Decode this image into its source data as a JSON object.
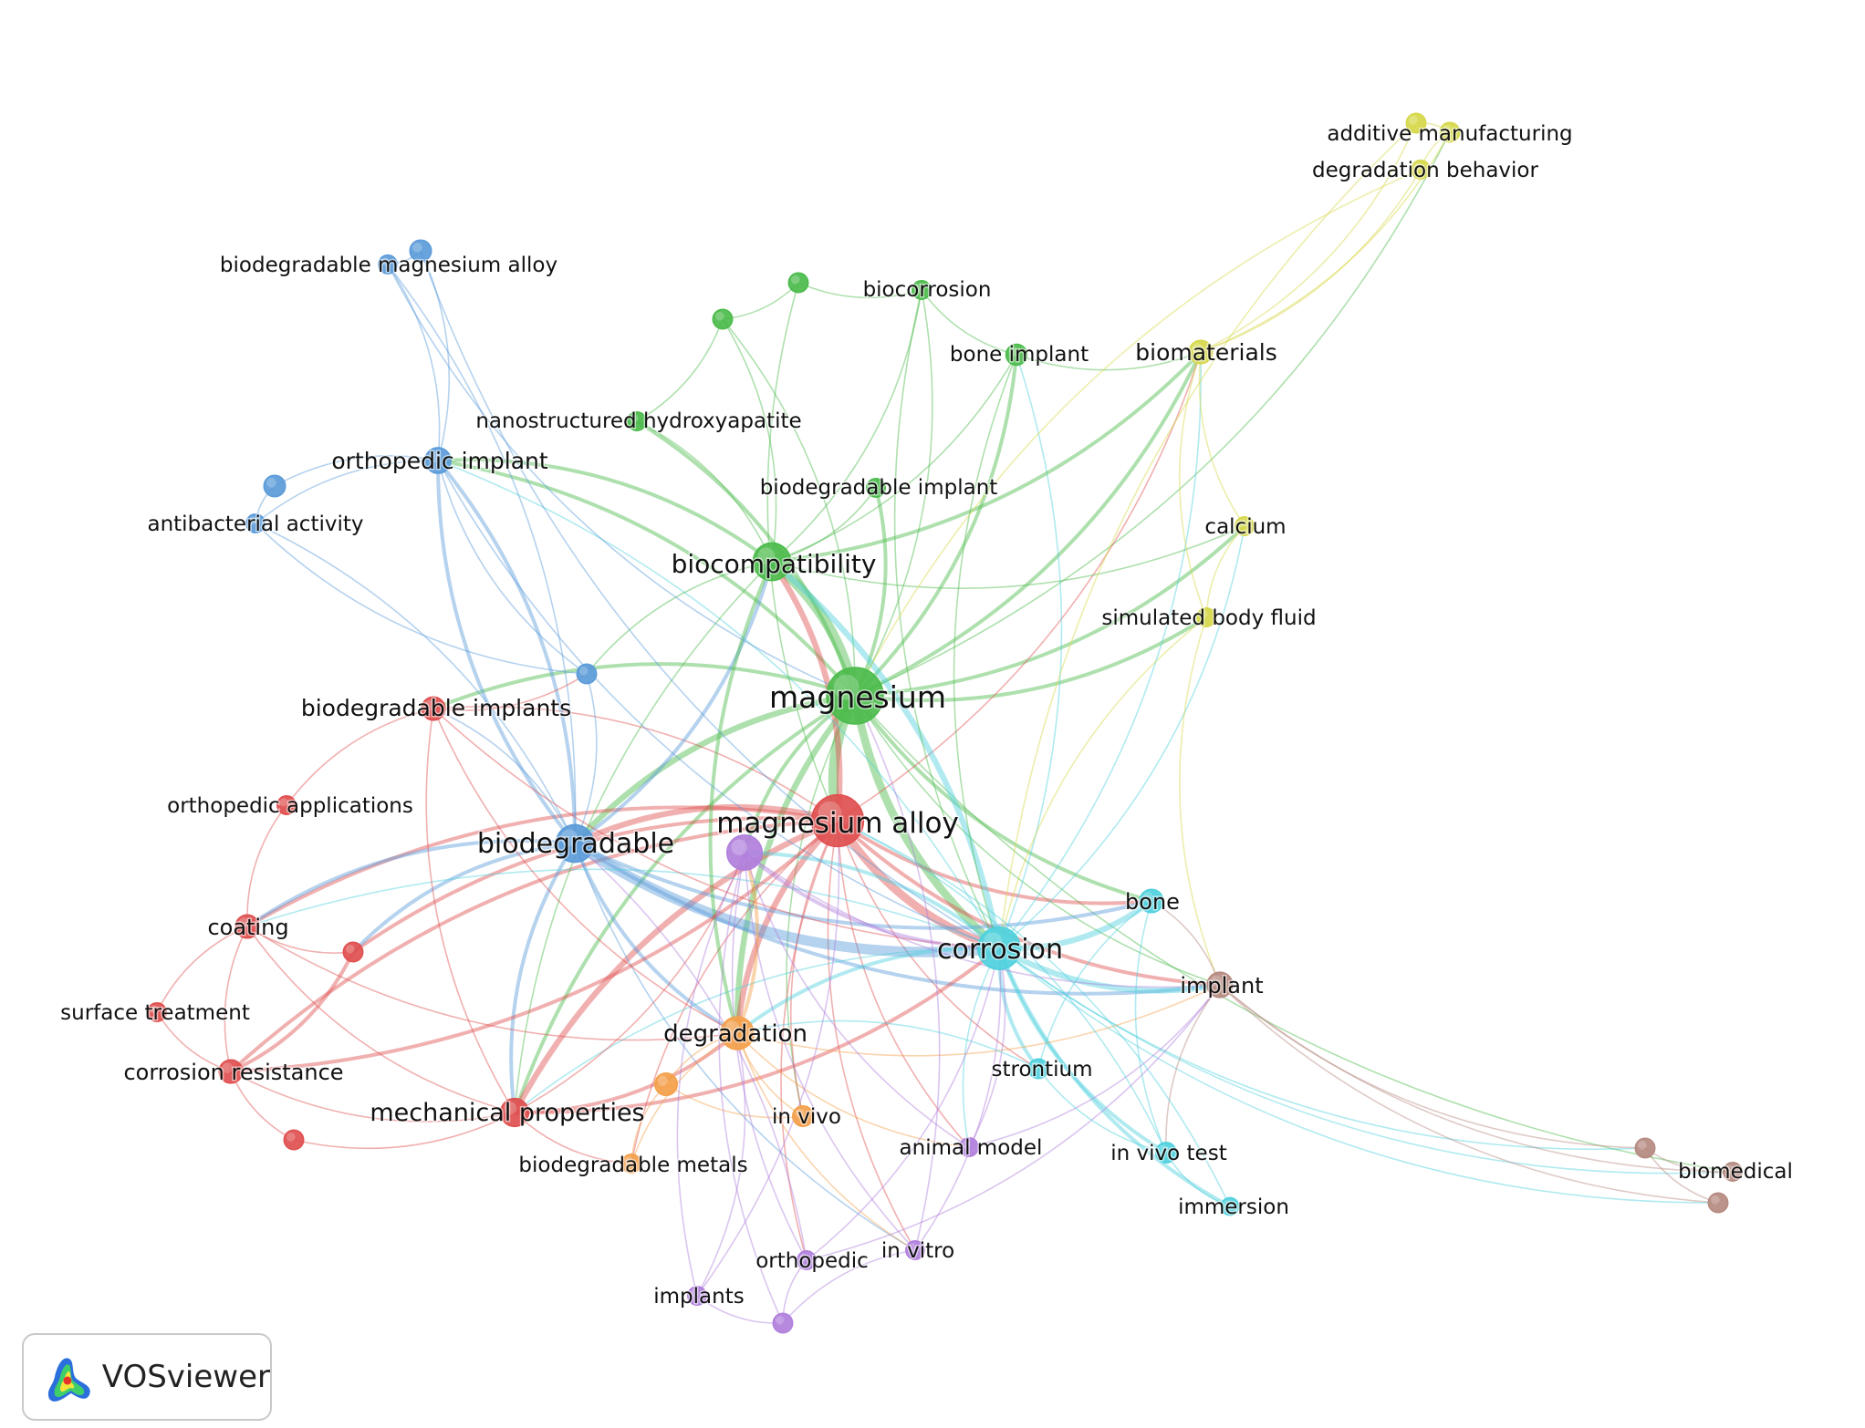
{
  "brand": {
    "name": "VOSviewer",
    "logo_icon": "vosviewer-heatmap-logo-icon"
  },
  "clusters": {
    "red": "#e04f4f",
    "green": "#4cbb4c",
    "blue": "#5b9bd9",
    "yellow": "#d6d84a",
    "purple": "#b07fdc",
    "cyan": "#4fd1dd",
    "orange": "#f4a04a",
    "brown": "#b58a80"
  },
  "nodes": [
    {
      "id": "magnesium",
      "label": "magnesium",
      "cluster": "green",
      "weight": 10
    },
    {
      "id": "biocompatibility",
      "label": "biocompatibility",
      "cluster": "green",
      "weight": 6
    },
    {
      "id": "biocorrosion",
      "label": "biocorrosion",
      "cluster": "green",
      "weight": 2
    },
    {
      "id": "bone_implant",
      "label": "bone implant",
      "cluster": "green",
      "weight": 2.5
    },
    {
      "id": "nanostructured_hydroxyapatite",
      "label": "nanostructured hydroxyapatite",
      "cluster": "green",
      "weight": 2
    },
    {
      "id": "biodegradable_implant",
      "label": "biodegradable implant",
      "cluster": "green",
      "weight": 2
    },
    {
      "id": "g_unl1",
      "label": "",
      "cluster": "green",
      "weight": 2.2
    },
    {
      "id": "g_unl2",
      "label": "",
      "cluster": "green",
      "weight": 2.2
    },
    {
      "id": "magnesium_alloy",
      "label": "magnesium alloy",
      "cluster": "red",
      "weight": 9
    },
    {
      "id": "biodegradable_implants",
      "label": "biodegradable implants",
      "cluster": "red",
      "weight": 3
    },
    {
      "id": "orthopedic_applications",
      "label": "orthopedic applications",
      "cluster": "red",
      "weight": 2
    },
    {
      "id": "coating",
      "label": "coating",
      "cluster": "red",
      "weight": 3
    },
    {
      "id": "surface_treatment",
      "label": "surface treatment",
      "cluster": "red",
      "weight": 2
    },
    {
      "id": "corrosion_resistance",
      "label": "corrosion resistance",
      "cluster": "red",
      "weight": 3
    },
    {
      "id": "mechanical_properties",
      "label": "mechanical properties",
      "cluster": "red",
      "weight": 4
    },
    {
      "id": "r_unl1",
      "label": "",
      "cluster": "red",
      "weight": 2.2
    },
    {
      "id": "r_unl2",
      "label": "",
      "cluster": "red",
      "weight": 2.2
    },
    {
      "id": "biodegradable",
      "label": "biodegradable",
      "cluster": "blue",
      "weight": 6
    },
    {
      "id": "orthopedic_implant",
      "label": "orthopedic implant",
      "cluster": "blue",
      "weight": 3.5
    },
    {
      "id": "antibacterial_activity",
      "label": "antibacterial activity",
      "cluster": "blue",
      "weight": 2
    },
    {
      "id": "biodegradable_magnesium_alloy",
      "label": "biodegradable magnesium alloy",
      "cluster": "blue",
      "weight": 2
    },
    {
      "id": "b_unl1",
      "label": "",
      "cluster": "blue",
      "weight": 2.2
    },
    {
      "id": "b_unl2",
      "label": "",
      "cluster": "blue",
      "weight": 2.6
    },
    {
      "id": "b_unl3",
      "label": "",
      "cluster": "blue",
      "weight": 2.6
    },
    {
      "id": "biomaterials",
      "label": "biomaterials",
      "cluster": "yellow",
      "weight": 3
    },
    {
      "id": "additive_manufacturing",
      "label": "additive manufacturing",
      "cluster": "yellow",
      "weight": 2.2
    },
    {
      "id": "degradation_behavior",
      "label": "degradation behavior",
      "cluster": "yellow",
      "weight": 2
    },
    {
      "id": "calcium",
      "label": "calcium",
      "cluster": "yellow",
      "weight": 2
    },
    {
      "id": "simulated_body_fluid",
      "label": "simulated body fluid",
      "cluster": "yellow",
      "weight": 2
    },
    {
      "id": "y_unl1",
      "label": "",
      "cluster": "yellow",
      "weight": 2.2
    },
    {
      "id": "corrosion",
      "label": "corrosion",
      "cluster": "cyan",
      "weight": 7
    },
    {
      "id": "bone",
      "label": "bone",
      "cluster": "cyan",
      "weight": 3
    },
    {
      "id": "strontium",
      "label": "strontium",
      "cluster": "cyan",
      "weight": 2.2
    },
    {
      "id": "in_vivo_test",
      "label": "in vivo test",
      "cluster": "cyan",
      "weight": 2.4
    },
    {
      "id": "immersion",
      "label": "immersion",
      "cluster": "cyan",
      "weight": 1.8
    },
    {
      "id": "degradation",
      "label": "degradation",
      "cluster": "orange",
      "weight": 5
    },
    {
      "id": "in_vivo",
      "label": "in vivo",
      "cluster": "orange",
      "weight": 2.4
    },
    {
      "id": "biodegradable_metals",
      "label": "biodegradable metals",
      "cluster": "orange",
      "weight": 2
    },
    {
      "id": "o_unl1",
      "label": "",
      "cluster": "orange",
      "weight": 2.8
    },
    {
      "id": "p_unl_main",
      "label": "",
      "cluster": "purple",
      "weight": 5.5
    },
    {
      "id": "animal_model",
      "label": "animal model",
      "cluster": "purple",
      "weight": 2
    },
    {
      "id": "in_vitro",
      "label": "in vitro",
      "cluster": "purple",
      "weight": 2
    },
    {
      "id": "orthopedic",
      "label": "orthopedic",
      "cluster": "purple",
      "weight": 2
    },
    {
      "id": "implants",
      "label": "implants",
      "cluster": "purple",
      "weight": 2
    },
    {
      "id": "p_unl2",
      "label": "",
      "cluster": "purple",
      "weight": 2.2
    },
    {
      "id": "implant",
      "label": "implant",
      "cluster": "brown",
      "weight": 3.4
    },
    {
      "id": "biomedical",
      "label": "biomedical",
      "cluster": "brown",
      "weight": 2
    },
    {
      "id": "br_unl1",
      "label": "",
      "cluster": "brown",
      "weight": 2.2
    },
    {
      "id": "br_unl2",
      "label": "",
      "cluster": "brown",
      "weight": 2.2
    }
  ],
  "links": [
    [
      "magnesium",
      "magnesium_alloy",
      5
    ],
    [
      "magnesium",
      "biocompatibility",
      5
    ],
    [
      "magnesium",
      "corrosion",
      4
    ],
    [
      "magnesium",
      "biodegradable",
      3
    ],
    [
      "magnesium",
      "degradation",
      3
    ],
    [
      "magnesium",
      "biomaterials",
      2
    ],
    [
      "magnesium",
      "calcium",
      2
    ],
    [
      "magnesium",
      "simulated_body_fluid",
      2
    ],
    [
      "magnesium",
      "bone_implant",
      2
    ],
    [
      "magnesium",
      "biocorrosion",
      1
    ],
    [
      "magnesium",
      "nanostructured_hydroxyapatite",
      2
    ],
    [
      "magnesium",
      "biodegradable_implant",
      2
    ],
    [
      "magnesium",
      "orthopedic_implant",
      2
    ],
    [
      "magnesium",
      "biodegradable_implants",
      2
    ],
    [
      "magnesium",
      "implant",
      1
    ],
    [
      "magnesium",
      "biomedical",
      1
    ],
    [
      "magnesium",
      "mechanical_properties",
      2
    ],
    [
      "magnesium",
      "p_unl_main",
      2
    ],
    [
      "magnesium",
      "bone",
      2
    ],
    [
      "magnesium",
      "additive_manufacturing",
      1
    ],
    [
      "magnesium",
      "g_unl1",
      1
    ],
    [
      "magnesium",
      "in_vivo",
      1
    ],
    [
      "magnesium_alloy",
      "corrosion",
      4
    ],
    [
      "magnesium_alloy",
      "biodegradable",
      3
    ],
    [
      "magnesium_alloy",
      "biocompatibility",
      3
    ],
    [
      "magnesium_alloy",
      "degradation",
      3
    ],
    [
      "magnesium_alloy",
      "mechanical_properties",
      3
    ],
    [
      "magnesium_alloy",
      "coating",
      2
    ],
    [
      "magnesium_alloy",
      "corrosion_resistance",
      2
    ],
    [
      "magnesium_alloy",
      "implant",
      2
    ],
    [
      "magnesium_alloy",
      "bone",
      2
    ],
    [
      "magnesium_alloy",
      "in_vivo",
      1
    ],
    [
      "magnesium_alloy",
      "animal_model",
      1
    ],
    [
      "magnesium_alloy",
      "in_vitro",
      1
    ],
    [
      "magnesium_alloy",
      "biomaterials",
      1
    ],
    [
      "magnesium_alloy",
      "r_unl1",
      2
    ],
    [
      "magnesium_alloy",
      "strontium",
      1
    ],
    [
      "magnesium_alloy",
      "biodegradable_implants",
      1
    ],
    [
      "magnesium_alloy",
      "biodegradable_metals",
      1
    ],
    [
      "magnesium_alloy",
      "orthopedic",
      1
    ],
    [
      "biodegradable",
      "corrosion",
      5
    ],
    [
      "biodegradable",
      "orthopedic_implant",
      2
    ],
    [
      "biodegradable",
      "biodegradable_magnesium_alloy",
      1
    ],
    [
      "biodegradable",
      "antibacterial_activity",
      1
    ],
    [
      "biodegradable",
      "coating",
      2
    ],
    [
      "biodegradable",
      "r_unl1",
      2
    ],
    [
      "biodegradable",
      "degradation",
      2
    ],
    [
      "biodegradable",
      "mechanical_properties",
      2
    ],
    [
      "biodegradable",
      "implant",
      2
    ],
    [
      "biodegradable",
      "biocompatibility",
      2
    ],
    [
      "biodegradable",
      "b_unl1",
      1
    ],
    [
      "biodegradable",
      "bone",
      2
    ],
    [
      "biodegradable",
      "in_vitro",
      1
    ],
    [
      "biodegradable",
      "biodegradable_implants",
      1
    ],
    [
      "corrosion",
      "bone",
      3
    ],
    [
      "corrosion",
      "implant",
      3
    ],
    [
      "corrosion",
      "strontium",
      2
    ],
    [
      "corrosion",
      "in_vivo_test",
      2
    ],
    [
      "corrosion",
      "immersion",
      2
    ],
    [
      "corrosion",
      "biocompatibility",
      3
    ],
    [
      "corrosion",
      "degradation",
      2
    ],
    [
      "corrosion",
      "p_unl_main",
      2
    ],
    [
      "corrosion",
      "biomedical",
      1
    ],
    [
      "corrosion",
      "br_unl1",
      1
    ],
    [
      "corrosion",
      "br_unl2",
      1
    ],
    [
      "corrosion",
      "calcium",
      1
    ],
    [
      "corrosion",
      "biomaterials",
      1
    ],
    [
      "corrosion",
      "animal_model",
      1
    ],
    [
      "corrosion",
      "coating",
      1
    ],
    [
      "corrosion",
      "bone_implant",
      1
    ],
    [
      "corrosion",
      "mechanical_properties",
      1
    ],
    [
      "corrosion",
      "orthopedic_implant",
      1
    ],
    [
      "biocompatibility",
      "biomaterials",
      2
    ],
    [
      "biocompatibility",
      "bone_implant",
      1
    ],
    [
      "biocompatibility",
      "nanostructured_hydroxyapatite",
      1
    ],
    [
      "biocompatibility",
      "g_unl1",
      1
    ],
    [
      "biocompatibility",
      "biodegradable_implant",
      1
    ],
    [
      "biocompatibility",
      "orthopedic_implant",
      2
    ],
    [
      "biocompatibility",
      "biocorrosion",
      1
    ],
    [
      "biocompatibility",
      "degradation",
      2
    ],
    [
      "biocompatibility",
      "calcium",
      1
    ],
    [
      "biocompatibility",
      "b_unl1",
      1
    ],
    [
      "biocompatibility",
      "mechanical_properties",
      1
    ],
    [
      "nanostructured_hydroxyapatite",
      "g_unl1",
      1
    ],
    [
      "g_unl1",
      "g_unl2",
      1
    ],
    [
      "g_unl2",
      "biocorrosion",
      1
    ],
    [
      "biocorrosion",
      "bone_implant",
      1
    ],
    [
      "bone_implant",
      "biomaterials",
      1
    ],
    [
      "g_unl2",
      "magnesium_alloy",
      1
    ],
    [
      "bone_implant",
      "corrosion",
      1
    ],
    [
      "biocorrosion",
      "corrosion",
      1
    ],
    [
      "biomaterials",
      "additive_manufacturing",
      1
    ],
    [
      "biomaterials",
      "degradation_behavior",
      1
    ],
    [
      "biomaterials",
      "y_unl1",
      1
    ],
    [
      "biomaterials",
      "calcium",
      1
    ],
    [
      "biomaterials",
      "simulated_body_fluid",
      1
    ],
    [
      "additive_manufacturing",
      "degradation_behavior",
      1
    ],
    [
      "additive_manufacturing",
      "y_unl1",
      1
    ],
    [
      "degradation_behavior",
      "magnesium",
      1
    ],
    [
      "y_unl1",
      "corrosion",
      1
    ],
    [
      "simulated_body_fluid",
      "corrosion",
      1
    ],
    [
      "simulated_body_fluid",
      "implant",
      1
    ],
    [
      "calcium",
      "simulated_body_fluid",
      1
    ],
    [
      "orthopedic_implant",
      "biodegradable_magnesium_alloy",
      1
    ],
    [
      "orthopedic_implant",
      "b_unl2",
      1
    ],
    [
      "orthopedic_implant",
      "b_unl3",
      1
    ],
    [
      "orthopedic_implant",
      "antibacterial_activity",
      1
    ],
    [
      "orthopedic_implant",
      "b_unl1",
      1
    ],
    [
      "orthopedic_implant",
      "biodegradable",
      2
    ],
    [
      "biodegradable_magnesium_alloy",
      "b_unl2",
      1
    ],
    [
      "b_unl2",
      "corrosion",
      1
    ],
    [
      "antibacterial_activity",
      "b_unl1",
      1
    ],
    [
      "b_unl3",
      "antibacterial_activity",
      1
    ],
    [
      "biodegradable_magnesium_alloy",
      "magnesium",
      1
    ],
    [
      "orthopedic_implant",
      "corrosion",
      1
    ],
    [
      "biodegradable_implants",
      "orthopedic_applications",
      1
    ],
    [
      "orthopedic_applications",
      "coating",
      1
    ],
    [
      "coating",
      "surface_treatment",
      1
    ],
    [
      "coating",
      "corrosion_resistance",
      1
    ],
    [
      "surface_treatment",
      "corrosion_resistance",
      1
    ],
    [
      "corrosion_resistance",
      "r_unl2",
      1
    ],
    [
      "corrosion_resistance",
      "r_unl1",
      2
    ],
    [
      "corrosion_resistance",
      "mechanical_properties",
      1
    ],
    [
      "r_unl2",
      "mechanical_properties",
      1
    ],
    [
      "coating",
      "r_unl1",
      1
    ],
    [
      "coating",
      "degradation",
      1
    ],
    [
      "coating",
      "mechanical_properties",
      1
    ],
    [
      "biodegradable_implants",
      "mechanical_properties",
      1
    ],
    [
      "biodegradable_implants",
      "degradation",
      1
    ],
    [
      "biodegradable_implants",
      "b_unl1",
      1
    ],
    [
      "biodegradable_implants",
      "corrosion",
      1
    ],
    [
      "corrosion_resistance",
      "magnesium_alloy",
      2
    ],
    [
      "mechanical_properties",
      "degradation",
      2
    ],
    [
      "mechanical_properties",
      "p_unl_main",
      1
    ],
    [
      "mechanical_properties",
      "biodegradable_metals",
      1
    ],
    [
      "mechanical_properties",
      "corrosion",
      2
    ],
    [
      "degradation",
      "in_vivo",
      1
    ],
    [
      "degradation",
      "o_unl1",
      1
    ],
    [
      "degradation",
      "biodegradable_metals",
      1
    ],
    [
      "degradation",
      "implant",
      1
    ],
    [
      "degradation",
      "p_unl_main",
      2
    ],
    [
      "o_unl1",
      "biodegradable_metals",
      1
    ],
    [
      "o_unl1",
      "in_vivo",
      1
    ],
    [
      "degradation",
      "animal_model",
      1
    ],
    [
      "degradation",
      "in_vitro",
      1
    ],
    [
      "p_unl_main",
      "implants",
      1
    ],
    [
      "p_unl_main",
      "orthopedic",
      1
    ],
    [
      "p_unl_main",
      "p_unl2",
      1
    ],
    [
      "p_unl_main",
      "in_vitro",
      1
    ],
    [
      "p_unl_main",
      "animal_model",
      1
    ],
    [
      "p_unl_main",
      "corrosion",
      2
    ],
    [
      "p_unl_main",
      "implant",
      1
    ],
    [
      "implants",
      "p_unl2",
      1
    ],
    [
      "orthopedic",
      "p_unl2",
      1
    ],
    [
      "in_vitro",
      "p_unl2",
      1
    ],
    [
      "implants",
      "degradation",
      1
    ],
    [
      "orthopedic",
      "corrosion",
      1
    ],
    [
      "in_vitro",
      "corrosion",
      1
    ],
    [
      "animal_model",
      "corrosion",
      1
    ],
    [
      "animal_model",
      "implant",
      1
    ],
    [
      "orthopedic",
      "implant",
      1
    ],
    [
      "in_vitro",
      "magnesium",
      1
    ],
    [
      "implants",
      "magnesium_alloy",
      1
    ],
    [
      "orthopedic",
      "biodegradable",
      1
    ],
    [
      "implant",
      "bone",
      1
    ],
    [
      "implant",
      "biomedical",
      1
    ],
    [
      "implant",
      "br_unl1",
      1
    ],
    [
      "implant",
      "br_unl2",
      1
    ],
    [
      "br_unl1",
      "br_unl2",
      1
    ],
    [
      "br_unl1",
      "biomedical",
      1
    ],
    [
      "implant",
      "in_vivo_test",
      1
    ],
    [
      "bone",
      "strontium",
      1
    ],
    [
      "bone",
      "in_vivo_test",
      1
    ],
    [
      "strontium",
      "in_vivo_test",
      1
    ],
    [
      "in_vivo_test",
      "immersion",
      1
    ],
    [
      "strontium",
      "degradation",
      1
    ],
    [
      "in_vivo_test",
      "magnesium_alloy",
      1
    ],
    [
      "immersion",
      "magnesium_alloy",
      1
    ]
  ]
}
